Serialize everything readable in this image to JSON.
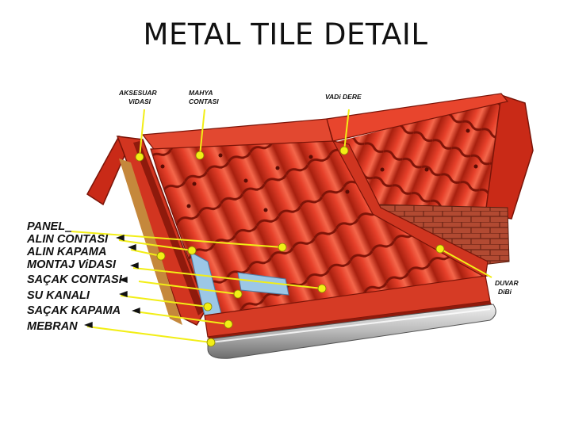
{
  "title": "METAL TILE DETAIL",
  "labels_top": [
    "AKSESUAR",
    "ViDASI",
    "MAHYA",
    "CONTASI",
    "VADi DERE"
  ],
  "labels_left": [
    "PANEL",
    "ALIN CONTASI",
    "ALIN KAPAMA",
    "MONTAJ ViDASI",
    "SAÇAK CONTASI",
    "SU KANALI",
    "SAÇAK KAPAMA",
    "MEBRAN"
  ],
  "labels_right": [
    "DUVAR",
    "DiBi"
  ],
  "colors": {
    "tile": "#d8301c",
    "tile_dark": "#9e1a0c",
    "tile_light": "#f0553a",
    "pointer": "#f2ee16",
    "brick": "#b5452f",
    "gutter": "#c9c9c9",
    "membrane": "#9cc7e6"
  }
}
